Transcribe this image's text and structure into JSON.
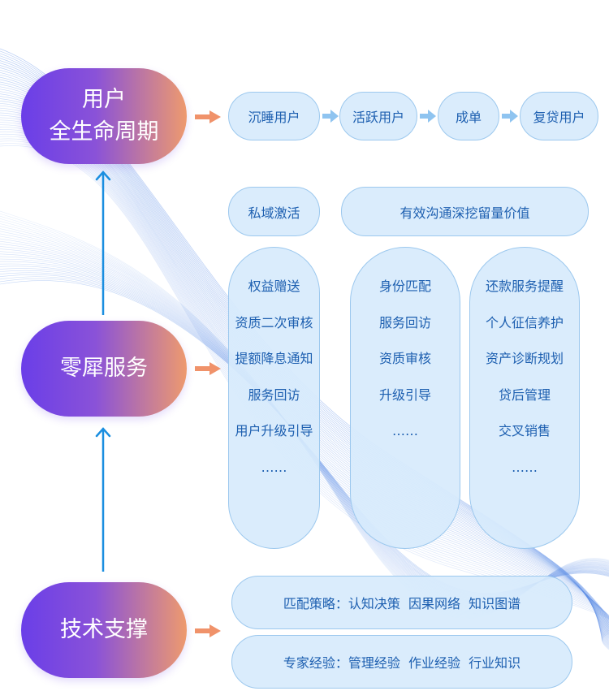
{
  "lifecycle": {
    "label_line1": "用户",
    "label_line2": "全生命周期",
    "stages": [
      "沉睡用户",
      "活跃用户",
      "成单",
      "复贷用户"
    ]
  },
  "private_domain": {
    "left": "私域激活",
    "right": "有效沟通深挖留量价值"
  },
  "service": {
    "label": "零犀服务",
    "columns": [
      [
        "权益赠送",
        "资质二次审核",
        "提额降息通知",
        "服务回访",
        "用户升级引导",
        "……"
      ],
      [
        "身份匹配",
        "服务回访",
        "资质审核",
        "升级引导",
        "……"
      ],
      [
        "还款服务提醒",
        "个人征信养护",
        "资产诊断规划",
        "贷后管理",
        "交叉销售",
        "……"
      ]
    ]
  },
  "tech": {
    "label": "技术支撑",
    "rows": [
      "匹配策略：认知决策  因果网络  知识图谱",
      "专家经验：管理经验  作业经验  行业知识"
    ]
  },
  "colors": {
    "accent_purple": "#6a3ee8",
    "accent_orange": "#ee9a6e",
    "pill_fill": "#d7eafc",
    "text_blue": "#1d5fb0",
    "arrow_blue": "#1a8ee0"
  }
}
